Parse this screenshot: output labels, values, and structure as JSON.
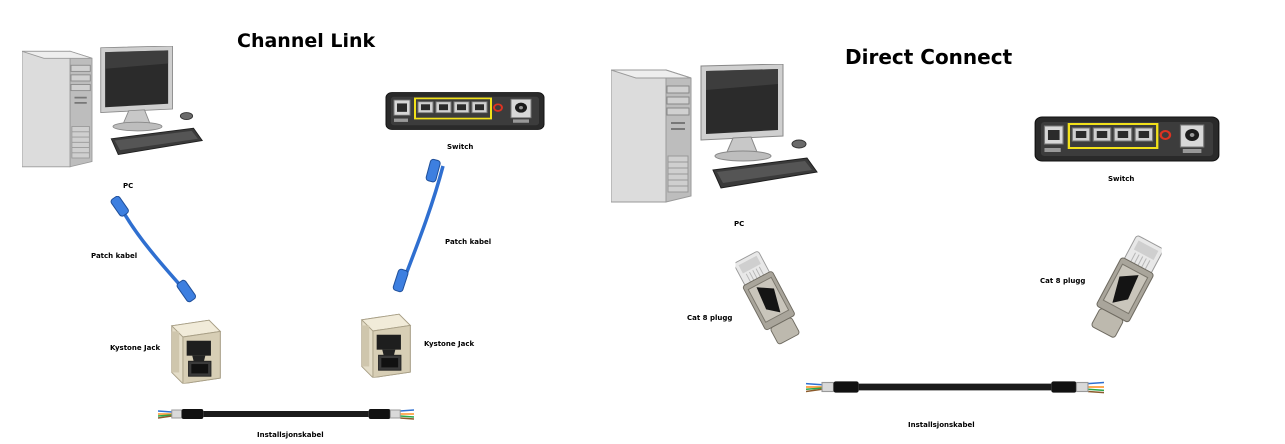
{
  "left": {
    "title": "Channel Link",
    "labels": {
      "pc": "PC",
      "switch": "Switch",
      "patch_left": "Patch kabel",
      "patch_right": "Patch kabel",
      "jack_left": "Kystone Jack",
      "jack_right": "Kystone Jack",
      "cable": "Installsjonskabel"
    }
  },
  "right": {
    "title": "Direct Connect",
    "labels": {
      "pc": "PC",
      "switch": "Switch",
      "plug_left": "Cat 8 plugg",
      "plug_right": "Cat 8 plugg",
      "cable": "Installsjonskabel"
    }
  },
  "colors": {
    "patch_cable": "#2f6fd0",
    "switch_port_highlight": "#f2e11a",
    "cable_jacket": "#1b1b1b"
  }
}
